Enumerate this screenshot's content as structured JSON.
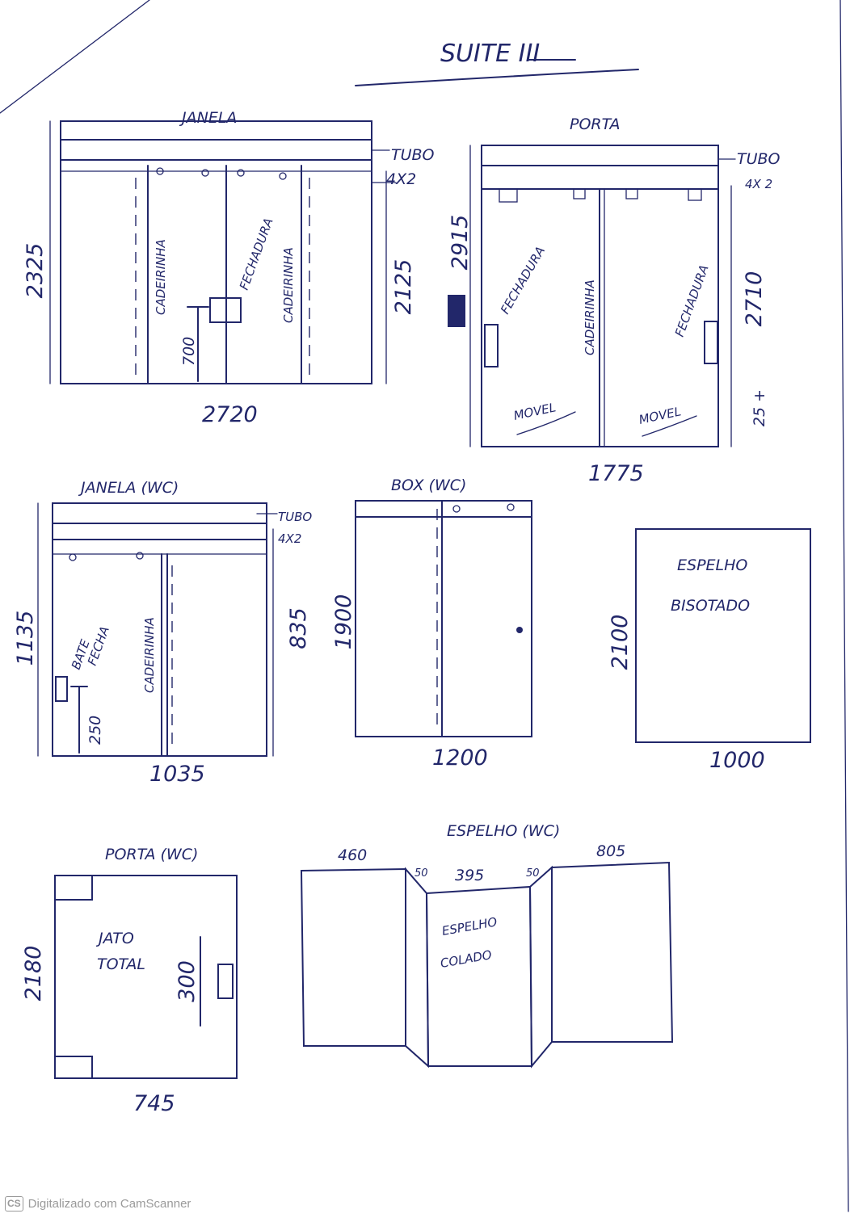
{
  "title": "SUITE III",
  "colors": {
    "ink": "#22276a",
    "paper": "#ffffff",
    "badge": "#9a9a9a"
  },
  "janela": {
    "title": "JANELA",
    "tubo": "TUBO",
    "tubo_size": "4X2",
    "cadeirinha": "CADEIRINHA",
    "fechadura": "FECHADURA",
    "height": "2325",
    "inner_height": "2125",
    "handle_height": "700",
    "width": "2720"
  },
  "porta": {
    "title": "PORTA",
    "tubo": "TUBO",
    "tubo_size": "4X 2",
    "height": "2915",
    "fechadura_left": "FECHADURA",
    "cadeirinha": "CADEIRINHA",
    "fechadura_right": "FECHADURA",
    "movel_left": "MOVEL",
    "movel_right": "MOVEL",
    "inner_height": "2710",
    "plus_value": "25 +",
    "width": "1775"
  },
  "janela_wc": {
    "title": "JANELA (WC)",
    "tubo": "TUBO",
    "tubo_size": "4X2",
    "height": "1135",
    "bate": "BATE",
    "fecha": "FECHA",
    "cadeirinha": "CADEIRINHA",
    "handle_height": "250",
    "inner_height": "835",
    "width": "1035"
  },
  "box_wc": {
    "title": "BOX (WC)",
    "height": "1900",
    "width": "1200"
  },
  "espelho_bisotado": {
    "line1": "ESPELHO",
    "line2": "BISOTADO",
    "height": "2100",
    "width": "1000"
  },
  "porta_wc": {
    "title": "PORTA (WC)",
    "line1": "JATO",
    "line2": "TOTAL",
    "height": "2180",
    "handle_length": "300",
    "width": "745"
  },
  "espelho_wc": {
    "title": "ESPELHO (WC)",
    "left_width": "460",
    "right_width": "805",
    "corner_left": "50",
    "center_width": "395",
    "corner_right": "50",
    "line1": "ESPELHO",
    "line2": "COLADO"
  },
  "scanner": {
    "badge": "CS",
    "text": "Digitalizado com CamScanner"
  }
}
